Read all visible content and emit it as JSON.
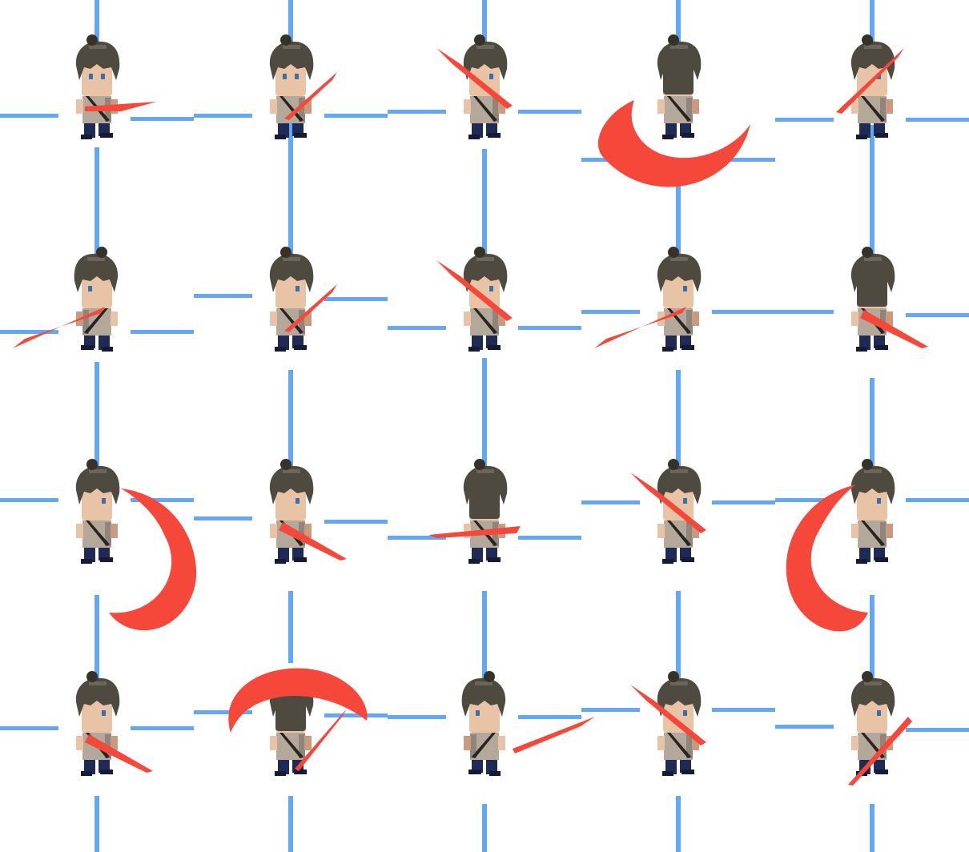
{
  "sheet": {
    "background": "#ffffff",
    "colors": {
      "guide": "#64a8f5",
      "slash": "#f5473a",
      "hair": "#4e4a3f",
      "hair_dark": "#35322a",
      "hair_light": "#6b665a",
      "skin": "#e8c3a6",
      "skin_shadow": "#c99a80",
      "shirt": "#b3a89a",
      "shirt_dark": "#8f857a",
      "strap": "#2a2420",
      "pants": "#1f2a55",
      "pants_dark": "#141a38",
      "eye": "#3b6fa8"
    },
    "grid": {
      "columns": 5,
      "rows": 4
    },
    "frames": [
      {
        "dir": "front",
        "fx": "blade-horizontal"
      },
      {
        "dir": "front",
        "fx": "blade-diagonal-up"
      },
      {
        "dir": "front-right",
        "fx": "blade-over-shoulder"
      },
      {
        "dir": "back-right",
        "fx": "crescent-low"
      },
      {
        "dir": "right",
        "fx": "blade-raised"
      },
      {
        "dir": "front-left",
        "fx": "blade-thrust-left"
      },
      {
        "dir": "right",
        "fx": "blade-diagonal-up"
      },
      {
        "dir": "front-right",
        "fx": "blade-over-shoulder"
      },
      {
        "dir": "right",
        "fx": "blade-thrust-left"
      },
      {
        "dir": "back",
        "fx": "blade-down-right"
      },
      {
        "dir": "right",
        "fx": "crescent-right"
      },
      {
        "dir": "right",
        "fx": "blade-down-right"
      },
      {
        "dir": "back",
        "fx": "blade-flat"
      },
      {
        "dir": "right",
        "fx": "blade-over-shoulder"
      },
      {
        "dir": "right",
        "fx": "crescent-left"
      },
      {
        "dir": "right",
        "fx": "blade-down-right"
      },
      {
        "dir": "back",
        "fx": "crescent-top"
      },
      {
        "dir": "front-left",
        "fx": "blade-forward"
      },
      {
        "dir": "right",
        "fx": "blade-over-shoulder"
      },
      {
        "dir": "right",
        "fx": "blade-low-thrust"
      }
    ]
  }
}
